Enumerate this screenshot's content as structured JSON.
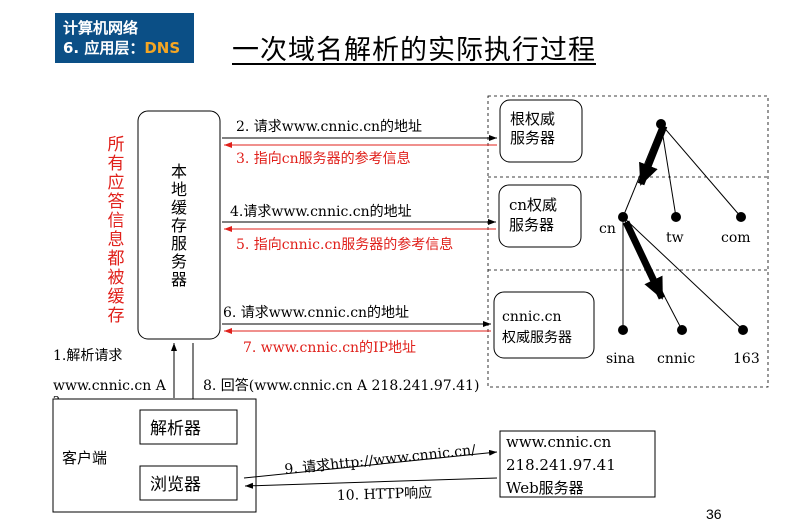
{
  "header": {
    "course": "计算机网络",
    "chapter_prefix": "6. 应用层：",
    "chapter_highlight": "DNS"
  },
  "title": "一次域名解析的实际执行过程",
  "side_note": [
    "所",
    "有",
    "应",
    "答",
    "信",
    "息",
    "都",
    "被",
    "缓",
    "存"
  ],
  "local_cache_label": [
    "本",
    "地",
    "缓",
    "存",
    "服",
    "务",
    "器"
  ],
  "servers": {
    "root": [
      "根权威",
      "服务器"
    ],
    "cn": [
      "cn权威",
      "服务器"
    ],
    "cnnic": [
      "cnnic.cn",
      "权威服务器"
    ]
  },
  "messages": {
    "m2": "2. 请求www.cnnic.cn的地址",
    "m3": "3. 指向cn服务器的参考信息",
    "m4": "4.请求www.cnnic.cn的地址",
    "m5": "5. 指向cnnic.cn服务器的参考信息",
    "m6": "6. 请求www.cnnic.cn的地址",
    "m7": "7. www.cnnic.cn的IP地址",
    "m1_line1": "1.解析请求",
    "m1_line2": "www.cnnic.cn A",
    "m1_line3": "?",
    "m8": "8. 回答(www.cnnic.cn A 218.241.97.41)",
    "m9": "9. 请求http://www.cnnic.cn/",
    "m10": "10. HTTP响应"
  },
  "client": {
    "label": "客户端",
    "resolver": "解析器",
    "browser": "浏览器"
  },
  "web_server": [
    "www.cnnic.cn",
    "218.241.97.41",
    "Web服务器"
  ],
  "tree": {
    "cn": "cn",
    "tw": "tw",
    "com": "com",
    "sina": "sina",
    "cnnic": "cnnic",
    "n163": "163"
  },
  "colors": {
    "badge_bg": "#0b4f86",
    "badge_accent": "#f5a623",
    "response_red": "#e0201b"
  },
  "page_number": "36"
}
